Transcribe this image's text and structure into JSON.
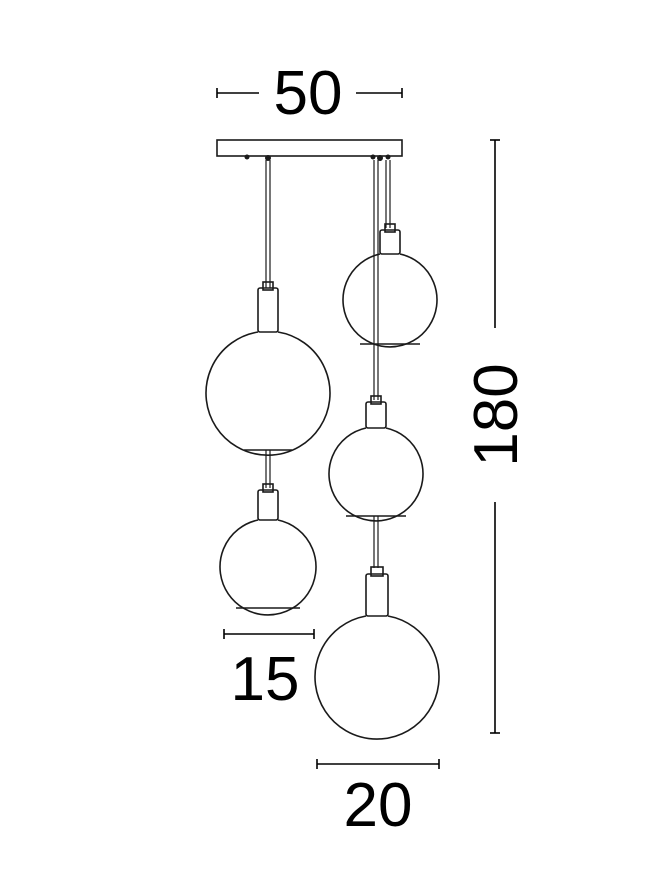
{
  "dimensions": {
    "width_label": "50",
    "height_label": "180",
    "small_globe_label": "15",
    "large_globe_label": "20"
  },
  "colors": {
    "line": "#1a1a1a",
    "background": "#ffffff"
  }
}
